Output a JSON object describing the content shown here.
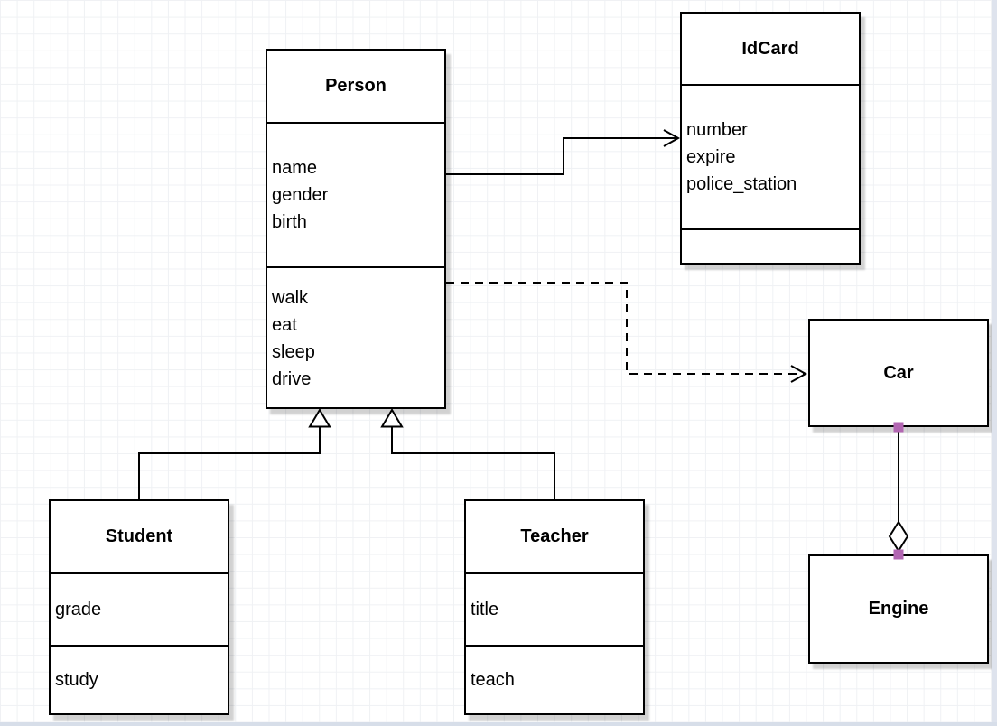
{
  "diagram": {
    "type": "uml-class-diagram",
    "classes": {
      "person": {
        "title": "Person",
        "attributes": [
          "name",
          "gender",
          "birth"
        ],
        "methods": [
          "walk",
          "eat",
          "sleep",
          "drive"
        ]
      },
      "idcard": {
        "title": "IdCard",
        "attributes": [
          "number",
          "expire",
          "police_station"
        ],
        "methods": []
      },
      "car": {
        "title": "Car",
        "attributes": [],
        "methods": []
      },
      "engine": {
        "title": "Engine",
        "attributes": [],
        "methods": []
      },
      "student": {
        "title": "Student",
        "attributes": [
          "grade"
        ],
        "methods": [
          "study"
        ]
      },
      "teacher": {
        "title": "Teacher",
        "attributes": [
          "title"
        ],
        "methods": [
          "teach"
        ]
      }
    },
    "relationships": [
      {
        "from": "Person",
        "to": "IdCard",
        "type": "association",
        "line": "solid",
        "arrow": "open"
      },
      {
        "from": "Person",
        "to": "Car",
        "type": "dependency",
        "line": "dashed",
        "arrow": "open"
      },
      {
        "from": "Student",
        "to": "Person",
        "type": "generalization",
        "line": "solid",
        "arrow": "hollow-triangle"
      },
      {
        "from": "Teacher",
        "to": "Person",
        "type": "generalization",
        "line": "solid",
        "arrow": "hollow-triangle"
      },
      {
        "from": "Car",
        "to": "Engine",
        "type": "aggregation",
        "line": "solid",
        "arrow": "hollow-diamond"
      }
    ],
    "colors": {
      "line": "#000000",
      "box_fill": "#ffffff",
      "shadow": "#cfcfcf",
      "endpoint_marker": "#b266b2",
      "grid_line": "#eff1f4",
      "canvas_edge": "#d7dee9"
    }
  }
}
